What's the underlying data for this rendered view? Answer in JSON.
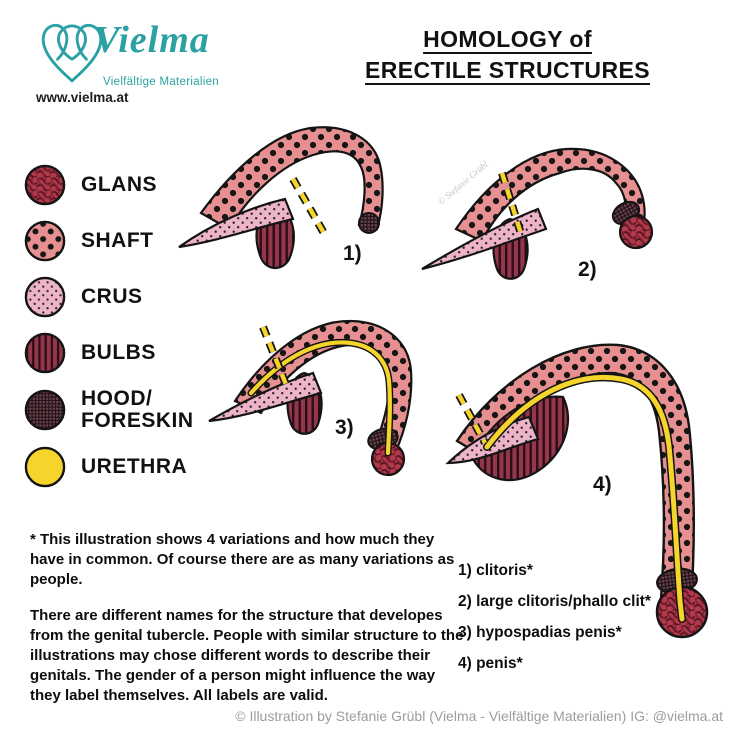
{
  "branding": {
    "logo_name": "Vielma",
    "tagline": "Vielfältige Materialien",
    "website": "www.vielma.at",
    "brand_color": "#2ba1a3"
  },
  "title": {
    "line1": "HOMOLOGY of",
    "line2": "ERECTILE STRUCTURES"
  },
  "legend": {
    "items": [
      {
        "label": "GLANS",
        "key": "glans",
        "color": "#b13a4b"
      },
      {
        "label": "SHAFT",
        "key": "shaft",
        "color": "#e79091"
      },
      {
        "label": "CRUS",
        "key": "crus",
        "color": "#edb3c8"
      },
      {
        "label": "BULBS",
        "key": "bulbs",
        "color": "#93374b"
      },
      {
        "label": "HOOD/\nFORESKIN",
        "key": "hood",
        "color": "#6f4750"
      },
      {
        "label": "URETHRA",
        "key": "urethra",
        "color": "#f5d42c"
      }
    ]
  },
  "figures": [
    {
      "number": "1)"
    },
    {
      "number": "2)"
    },
    {
      "number": "3)"
    },
    {
      "number": "4)"
    }
  ],
  "notes": {
    "p1": "* This illustration shows 4 variations and how much they have in common. Of course there are as many variations as people.",
    "p2": "There are different names for the structure that developes from the genital tubercle. People with similar structure to the illustrations may chose different words to describe their genitals. The gender of a person might influence the way they label themselves. All labels are valid."
  },
  "variations": [
    "1) clitoris*",
    "2) large clitoris/phallo clit*",
    "3) hypospadias penis*",
    "4) penis*"
  ],
  "signature": "© Stefanie Grübl",
  "footer": "© Illustration by Stefanie Grübl (Vielma - Vielfältige Materialien) IG: @vielma.at",
  "colors": {
    "urethra_yellow": "#f5d42c",
    "outline_black": "#141414",
    "footer_gray": "#9c9c9c"
  }
}
